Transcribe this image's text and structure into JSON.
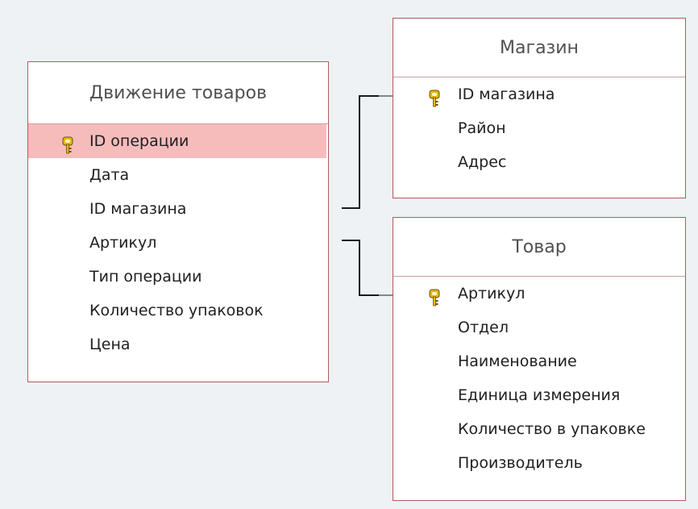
{
  "tables": {
    "movement": {
      "title": "Движение товаров",
      "fields": [
        {
          "label": "ID операции",
          "primary_key": true,
          "selected": true
        },
        {
          "label": "Дата"
        },
        {
          "label": "ID магазина"
        },
        {
          "label": "Артикул"
        },
        {
          "label": "Тип операции"
        },
        {
          "label": "Количество упаковок"
        },
        {
          "label": "Цена"
        }
      ]
    },
    "store": {
      "title": "Магазин",
      "fields": [
        {
          "label": "ID магазина",
          "primary_key": true
        },
        {
          "label": "Район"
        },
        {
          "label": "Адрес"
        }
      ]
    },
    "product": {
      "title": "Товар",
      "fields": [
        {
          "label": "Артикул",
          "primary_key": true
        },
        {
          "label": "Отдел"
        },
        {
          "label": "Наименование"
        },
        {
          "label": "Единица измерения"
        },
        {
          "label": "Количество в упаковке"
        },
        {
          "label": "Производитель"
        }
      ]
    }
  },
  "relationships": [
    {
      "from": "movement.ID магазина",
      "to": "store.ID магазина"
    },
    {
      "from": "movement.Артикул",
      "to": "product.Артикул"
    }
  ],
  "colors": {
    "border": "#b25a5f",
    "selection": "#f6bcbc",
    "key_icon": "#d9a400",
    "background": "#eef2f4"
  },
  "icons": {
    "primary_key": "key-icon"
  }
}
